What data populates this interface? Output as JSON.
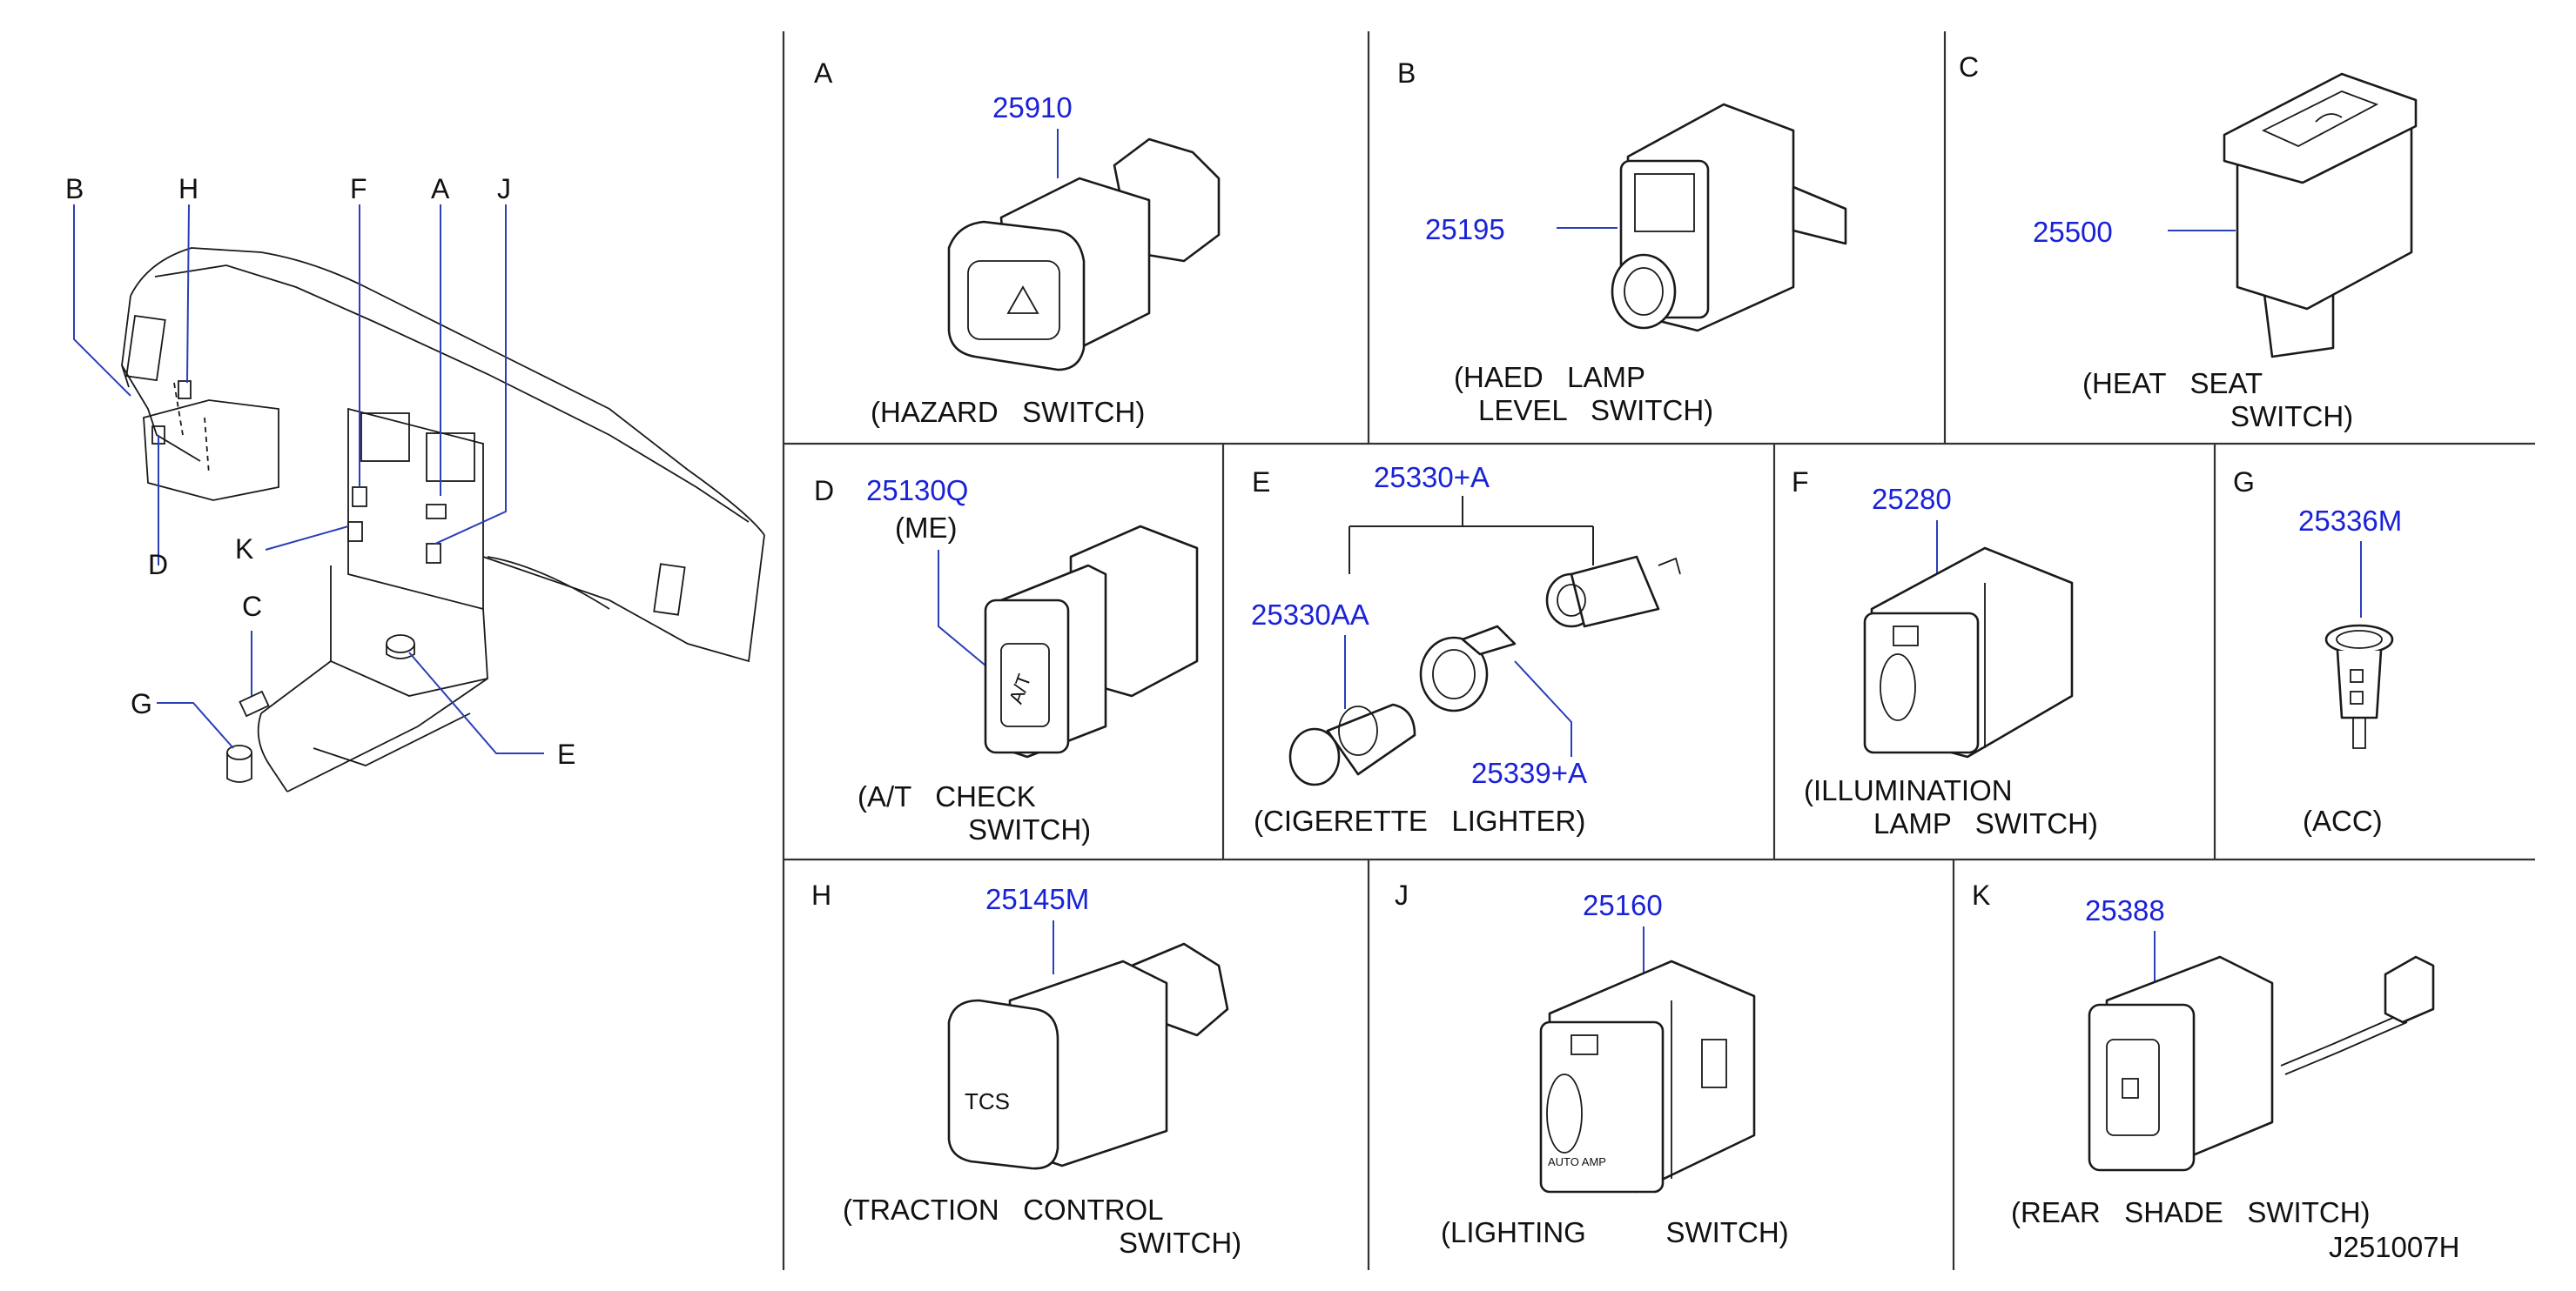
{
  "overview_callouts": [
    "B",
    "H",
    "F",
    "A",
    "J",
    "K",
    "D",
    "C",
    "G",
    "E"
  ],
  "panels": [
    {
      "letter": "A",
      "part_numbers": [
        "25910"
      ],
      "caption": [
        "(HAZARD   SWITCH)"
      ]
    },
    {
      "letter": "B",
      "part_numbers": [
        "25195"
      ],
      "caption": [
        "(HAED   LAMP",
        "LEVEL   SWITCH)"
      ]
    },
    {
      "letter": "C",
      "part_numbers": [
        "25500"
      ],
      "caption": [
        "(HEAT   SEAT",
        "SWITCH)"
      ]
    },
    {
      "letter": "D",
      "part_numbers": [
        "25130Q",
        "(ME)"
      ],
      "caption": [
        "(A/T   CHECK",
        "SWITCH)"
      ]
    },
    {
      "letter": "E",
      "part_numbers": [
        "25330+A",
        "25330AA",
        "25339+A"
      ],
      "caption": [
        "(CIGERETTE   LIGHTER)"
      ]
    },
    {
      "letter": "F",
      "part_numbers": [
        "25280"
      ],
      "caption": [
        "(ILLUMINATION",
        "LAMP   SWITCH)"
      ]
    },
    {
      "letter": "G",
      "part_numbers": [
        "25336M"
      ],
      "caption": [
        "(ACC)"
      ]
    },
    {
      "letter": "H",
      "part_numbers": [
        "25145M"
      ],
      "caption": [
        "(TRACTION   CONTROL",
        "SWITCH)"
      ]
    },
    {
      "letter": "J",
      "part_numbers": [
        "25160"
      ],
      "caption": [
        "(LIGHTING          SWITCH)"
      ]
    },
    {
      "letter": "K",
      "part_numbers": [
        "25388"
      ],
      "caption": [
        "(REAR   SHADE   SWITCH)"
      ]
    }
  ],
  "part_face_text": {
    "at_check": "A/T",
    "tcs": "TCS",
    "auto_amp": "AUTO AMP"
  },
  "drawing_ref": "J251007H"
}
